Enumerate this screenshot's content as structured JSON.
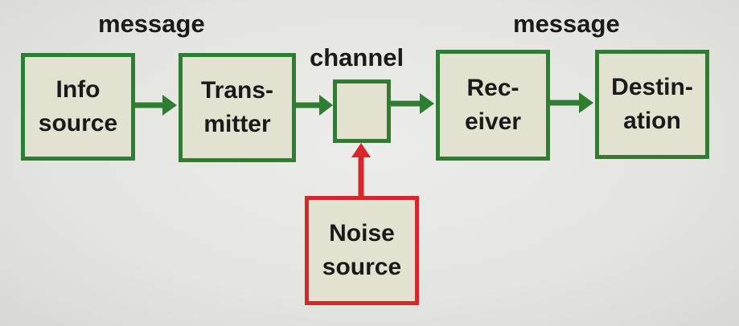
{
  "labels": {
    "message_left": "message",
    "channel": "channel",
    "message_right": "message"
  },
  "boxes": {
    "info_source": [
      "Info",
      "source"
    ],
    "transmitter": [
      "Trans-",
      "mitter"
    ],
    "channel": [],
    "receiver": [
      "Rec-",
      "eiver"
    ],
    "destination": [
      "Destin-",
      "ation"
    ],
    "noise_source": [
      "Noise",
      "source"
    ]
  },
  "colors": {
    "flow_green": "#2e7d32",
    "noise_red": "#d8272a",
    "box_fill": "#e3e1cf"
  }
}
